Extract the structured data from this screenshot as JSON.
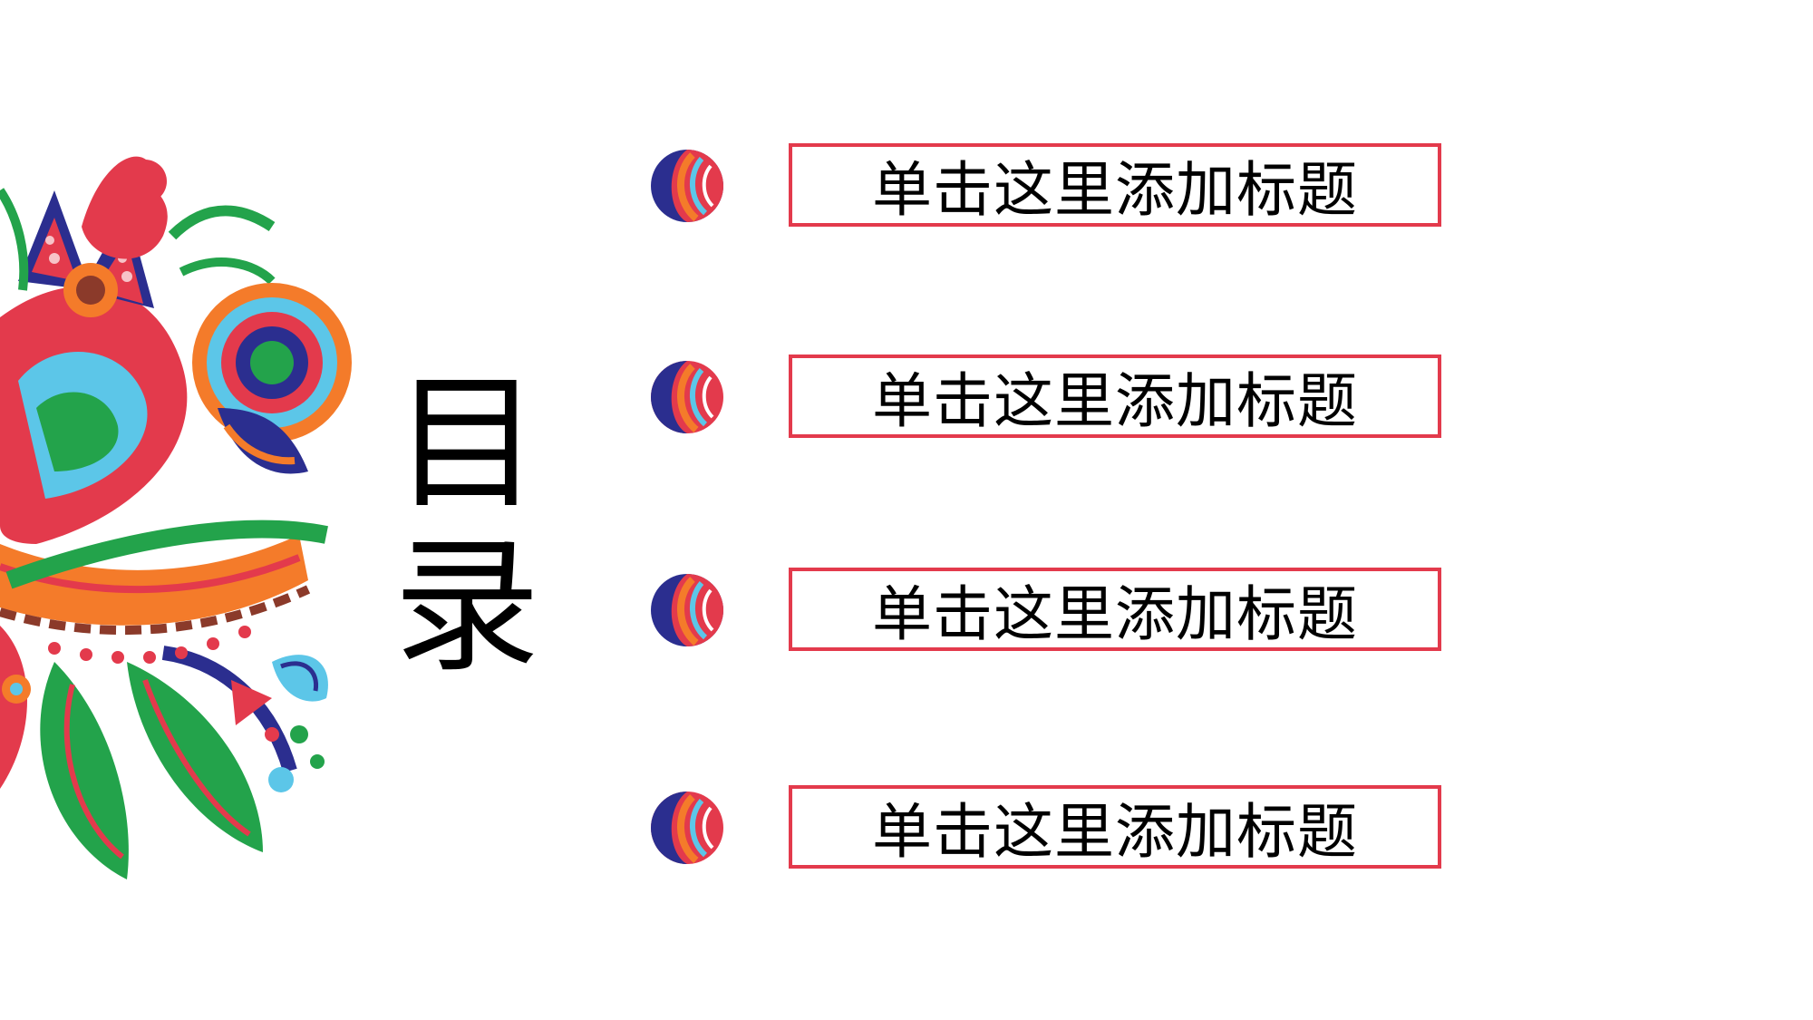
{
  "slide": {
    "heading_line1": "目",
    "heading_line2": "录",
    "items": [
      {
        "label": "单击这里添加标题"
      },
      {
        "label": "单击这里添加标题"
      },
      {
        "label": "单击这里添加标题"
      },
      {
        "label": "单击这里添加标题"
      }
    ]
  },
  "colors": {
    "accent_red": "#e33a4c",
    "navy": "#2b2e8f",
    "orange": "#f47b2a",
    "sky": "#5cc6e8",
    "green": "#23a34b",
    "background": "#ffffff"
  },
  "icons": [
    "floral-illustration",
    "ornament-ball-icon"
  ]
}
